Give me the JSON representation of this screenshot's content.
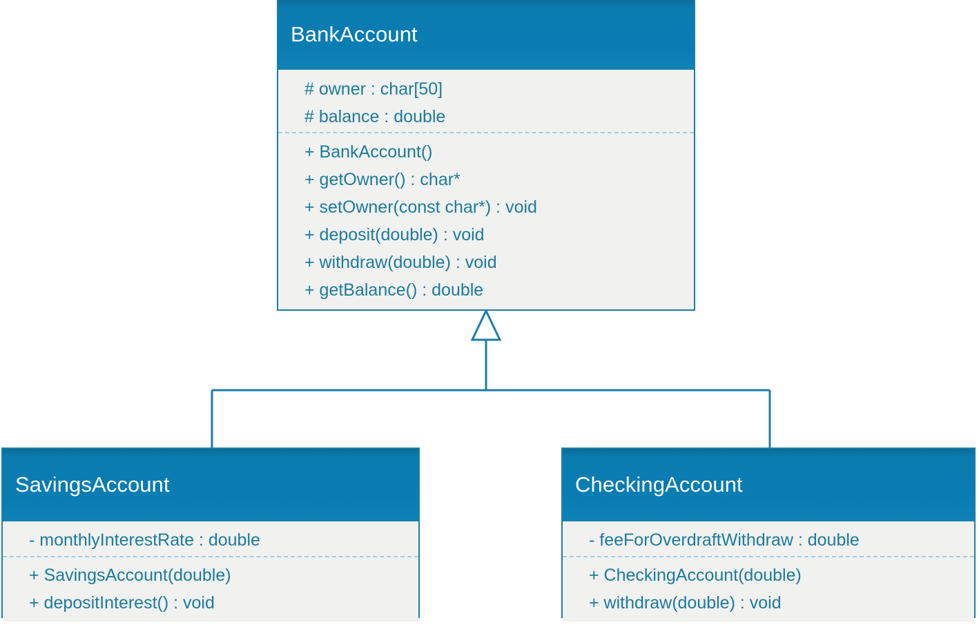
{
  "diagram": {
    "type": "uml-class-diagram",
    "background_color": "#ffffff",
    "palette": {
      "header_blue": "#0b7cb0",
      "header_blue_dark": "#0d6d9c",
      "border_blue": "#1b7ea4",
      "body_gray": "#f1f1ef",
      "member_text": "#1c7b9e",
      "separator_blue": "#9fd0e6",
      "title_text": "#ffffff",
      "connector_blue": "#1b7ea4"
    },
    "classes": [
      {
        "id": "bankaccount",
        "name": "BankAccount",
        "attributes": [
          "# owner : char[50]",
          "# balance : double"
        ],
        "operations": [
          "+ BankAccount()",
          "+ getOwner() : char*",
          "+ setOwner(const char*) : void",
          "+ deposit(double) : void",
          "+ withdraw(double) : void",
          "+ getBalance() : double"
        ]
      },
      {
        "id": "savingsaccount",
        "name": "SavingsAccount",
        "attributes": [
          "- monthlyInterestRate : double"
        ],
        "operations": [
          "+ SavingsAccount(double)",
          "+ depositInterest() : void"
        ]
      },
      {
        "id": "checkingaccount",
        "name": "CheckingAccount",
        "attributes": [
          "- feeForOverdraftWithdraw : double"
        ],
        "operations": [
          "+ CheckingAccount(double)",
          "+ withdraw(double) : void"
        ]
      }
    ],
    "relationships": [
      {
        "kind": "generalization",
        "label": "inheritance",
        "from": "savingsaccount",
        "to": "bankaccount",
        "arrow": "hollow-triangle"
      },
      {
        "kind": "generalization",
        "label": "inheritance",
        "from": "checkingaccount",
        "to": "bankaccount",
        "arrow": "hollow-triangle"
      }
    ]
  }
}
